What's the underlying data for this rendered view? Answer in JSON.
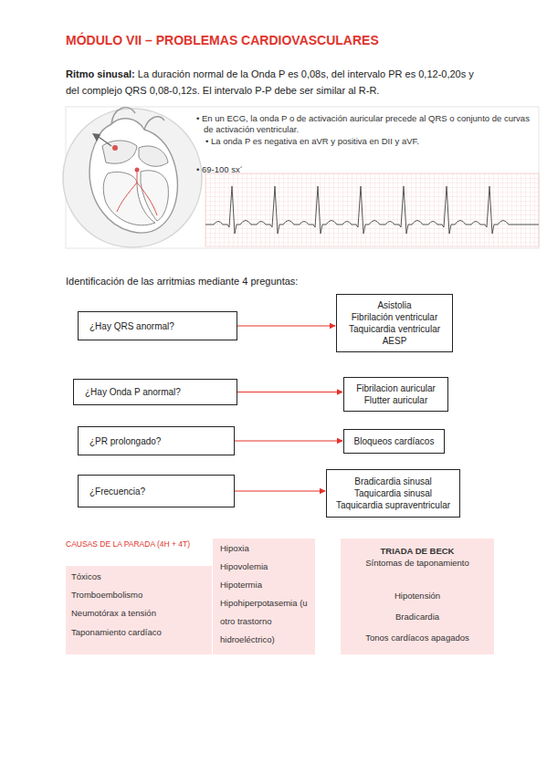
{
  "diagram": {
    "title": "MÓDULO VII – PROBLEMAS CARDIOVASCULARES",
    "nodes": [
      {
        "text": [
          "¿Hay QRS anormal?"
        ]
      },
      {
        "text": [
          "Asistolia",
          "Fibrilación ventricular",
          "Taquicardia ventricular",
          "AESP"
        ]
      },
      {
        "text": [
          "¿Hay Onda P anormal?"
        ]
      },
      {
        "text": [
          "Fibrilacion auricular",
          "Flutter auricular"
        ]
      },
      {
        "text": [
          "¿PR prolongado?"
        ]
      },
      {
        "text": [
          "Bloqueos cardíacos"
        ]
      },
      {
        "text": [
          "¿Frecuencia?"
        ]
      },
      {
        "text": [
          "Bradicardia sinusal",
          "Taquicardia sinusal",
          "Taquicardia supraventricular"
        ]
      },
      {
        "text": [
          "CAUSAS DE LA PARADA (4H + 4T)",
          "Tóxicos",
          "Tromboembolismo",
          "Neumotórax a tensión",
          "Taponamiento cardíaco"
        ]
      },
      {
        "text": [
          "Hipoxia",
          "Hipovolemia",
          "Hipotermia",
          "Hipohiperpotasemia (u otro trastorno hidroeléctrico)"
        ]
      },
      {
        "text": [
          "TRIADA DE BECK",
          "Síntomas de taponamiento",
          "Hipotensión",
          "Bradicardia",
          "Tonos cardíacos apagados"
        ]
      }
    ],
    "edges": [
      {
        "from": 0,
        "to": 1,
        "arrow": "to"
      },
      {
        "from": 2,
        "to": 3,
        "arrow": "to"
      },
      {
        "from": 4,
        "to": 5,
        "arrow": "to"
      },
      {
        "from": 6,
        "to": 7,
        "arrow": "to"
      }
    ],
    "labels": [
      "Ritmo sinusal:",
      "La duración normal de la Onda P es 0,08s, del intervalo PR es 0,12-0,20s y del complejo QRS 0,08-0,12s. El intervalo P-P debe ser similar al R-R.",
      "• En un ECG, la onda P o de activación auricular precede al QRS o conjunto de curvas de activación ventricular.",
      "• La onda P es negativa en aVR y positiva en DII y aVF.",
      "• 69-100 sx´",
      "Identificación de las arritmias mediante 4 preguntas:"
    ]
  }
}
